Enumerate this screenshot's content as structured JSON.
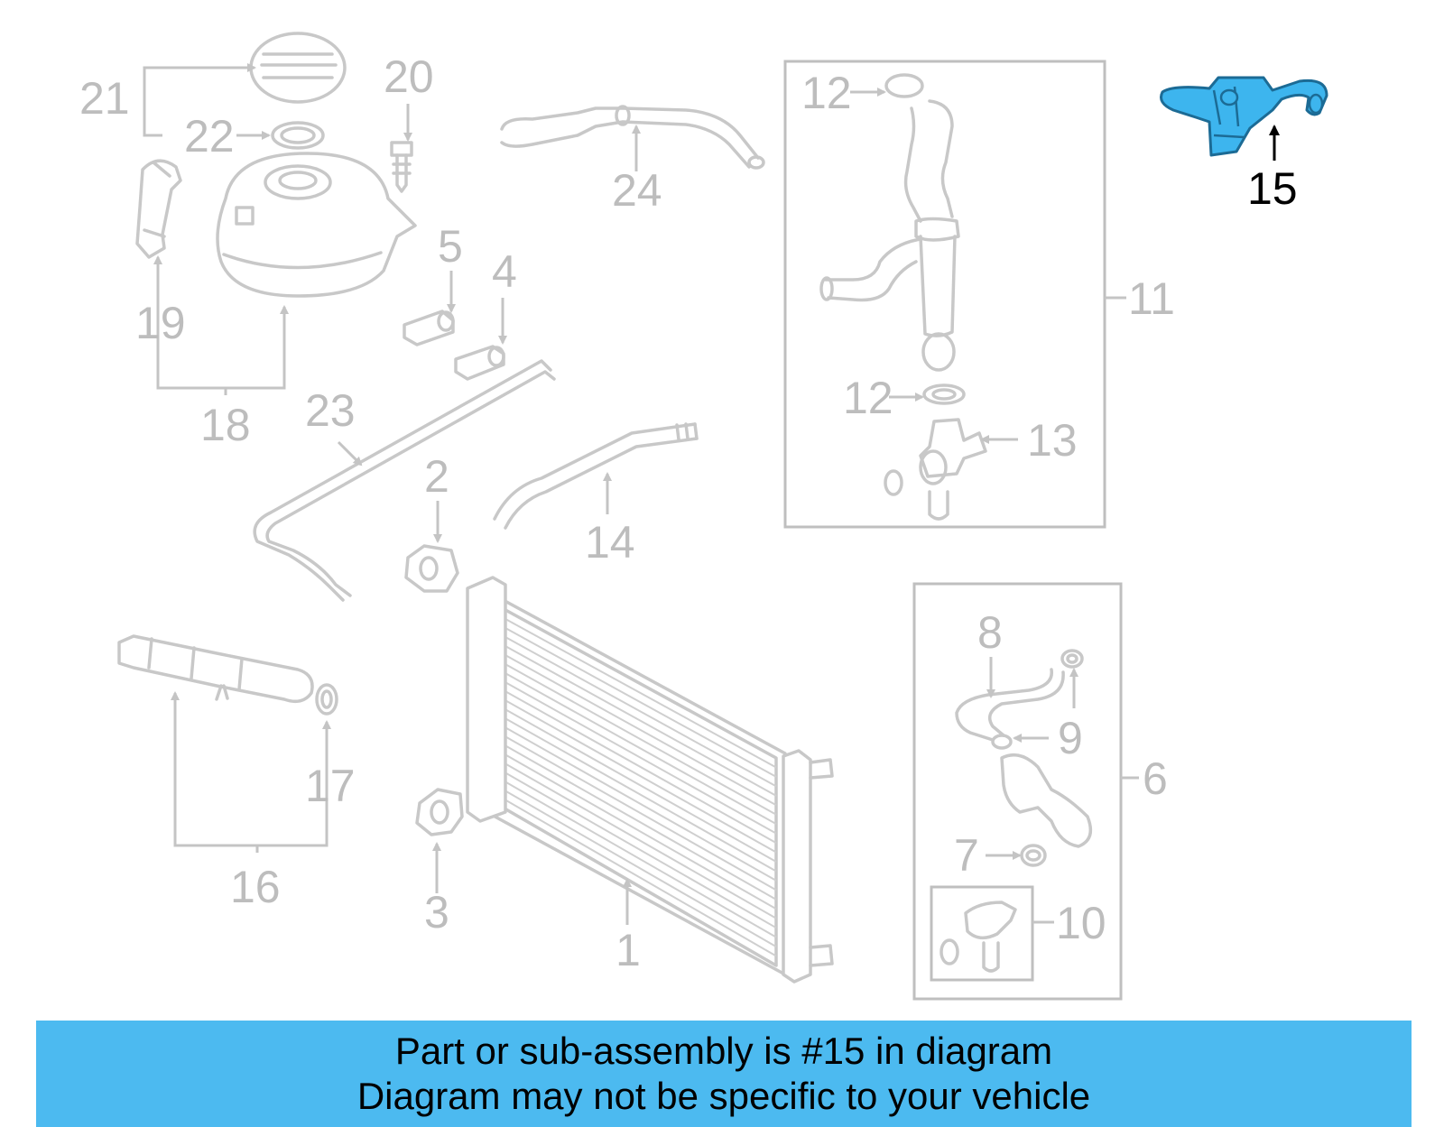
{
  "diagram": {
    "labels": {
      "l1": "1",
      "l2": "2",
      "l3": "3",
      "l4": "4",
      "l5": "5",
      "l6": "6",
      "l7": "7",
      "l8": "8",
      "l9": "9",
      "l10": "10",
      "l11": "11",
      "l12a": "12",
      "l12b": "12",
      "l13": "13",
      "l14": "14",
      "l15": "15",
      "l16": "16",
      "l17": "17",
      "l18": "18",
      "l19": "19",
      "l20": "20",
      "l21": "21",
      "l22": "22",
      "l23": "23",
      "l24": "24"
    },
    "highlight_part": "15",
    "colors": {
      "highlight": "#3db5ee",
      "parts": "#c8c8c8",
      "banner": "#4cbaf0"
    }
  },
  "banner": {
    "line1": "Part or sub-assembly is #15 in diagram",
    "line2": "Diagram may not be specific to your vehicle"
  }
}
